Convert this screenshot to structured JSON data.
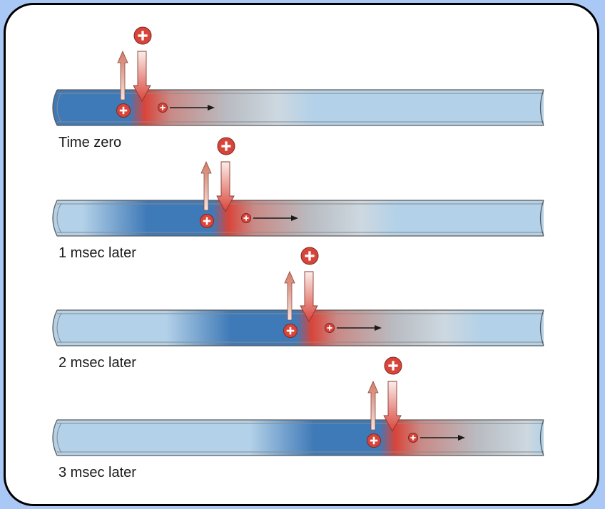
{
  "panels": [
    {
      "label": "Time zero",
      "depol_fraction": 0.0
    },
    {
      "label": "1 msec later",
      "depol_fraction": 0.25
    },
    {
      "label": "2 msec later",
      "depol_fraction": 0.5
    },
    {
      "label": "3 msec later",
      "depol_fraction": 0.75
    }
  ],
  "colors": {
    "axon_fill": "#b3d1e8",
    "axon_outline": "#5a5a5a",
    "depolarized_blue": "#3f7ab8",
    "sodium_red": "#d9443a",
    "outflow_arrow": "#d47a66",
    "propagation_arrow": "#1a1a1a",
    "background": "#aac8f5",
    "card": "#ffffff"
  },
  "icons": {
    "ion": "plus-ion-icon",
    "inflow": "arrow-down-icon",
    "outflow": "arrow-up-icon",
    "propagation": "arrow-right-icon"
  }
}
